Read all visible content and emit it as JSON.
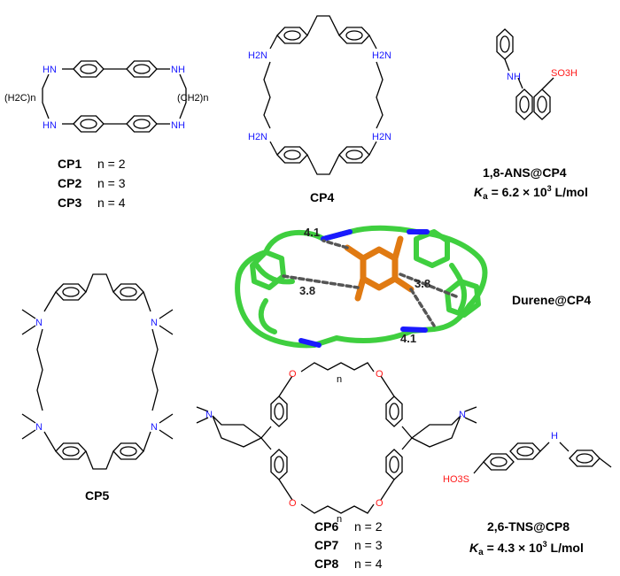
{
  "colors": {
    "nitrogen": "#1a1aff",
    "sulfonate": "#ff1a1a",
    "carbon_stick": "#3fcf3f",
    "guest": "#e07a12",
    "contact": "#555555"
  },
  "cp123": {
    "labels": [
      {
        "name": "CP1",
        "n": "n = 2"
      },
      {
        "name": "CP2",
        "n": "n = 3"
      },
      {
        "name": "CP3",
        "n": "n = 4"
      }
    ],
    "nh": "NH",
    "hn": "HN",
    "ch2_left": "(H2C)n",
    "ch2_right": "(CH2)n"
  },
  "cp4": {
    "label": "CP4",
    "nh2": "H2N"
  },
  "ans": {
    "nh": "NH",
    "so3h": "SO3H",
    "complex": "1,8-ANS@CP4",
    "ka_symbol": "K",
    "ka_sub": "a",
    "ka_value": " = 6.2 × 10",
    "ka_exp": "3",
    "ka_unit": " L/mol"
  },
  "durene": {
    "label": "Durene@CP4",
    "d1": "4.1",
    "d2": "3.8",
    "d3": "3.8",
    "d4": "4.1"
  },
  "cp5": {
    "label": "CP5",
    "n": "N"
  },
  "cp678": {
    "labels": [
      {
        "name": "CP6",
        "n": "n = 2"
      },
      {
        "name": "CP7",
        "n": "n = 3"
      },
      {
        "name": "CP8",
        "n": "n = 4"
      }
    ],
    "o": "O",
    "n": "N",
    "sub_n": "n"
  },
  "tns": {
    "nh": "H",
    "so3": "HO3S",
    "complex": "2,6-TNS@CP8",
    "ka_symbol": "K",
    "ka_sub": "a",
    "ka_value": " = 4.3 × 10",
    "ka_exp": "3",
    "ka_unit": " L/mol"
  }
}
